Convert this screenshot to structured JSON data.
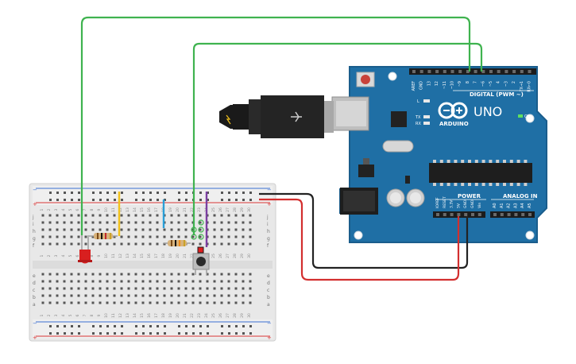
{
  "arduino": {
    "model": "UNO",
    "brand": "ARDUINO",
    "digital_header_label": "DIGITAL (PWM ~)",
    "power_label": "POWER",
    "analog_label": "ANALOG IN",
    "on_led_label": "ON",
    "led_labels": [
      "L",
      "TX",
      "RX"
    ],
    "top_pin_labels": [
      "AREF",
      "GND",
      "13",
      "12",
      "~11",
      "~10",
      "~9",
      "8",
      "7",
      "~6",
      "~5",
      "4",
      "~3",
      "2",
      "TX→1",
      "RX←0"
    ],
    "power_pin_labels": [
      "IOREF",
      "RESET",
      "3.3V",
      "5V",
      "GND",
      "GND",
      "Vin"
    ],
    "analog_pin_labels": [
      "A0",
      "A1",
      "A2",
      "A3",
      "A4",
      "A5"
    ]
  },
  "breadboard": {
    "rail_plus": "+",
    "rail_minus": "−",
    "row_letters_top": [
      "j",
      "i",
      "h",
      "g",
      "f"
    ],
    "row_letters_bottom": [
      "e",
      "d",
      "c",
      "b",
      "a"
    ],
    "column_numbers": [
      "1",
      "2",
      "3",
      "4",
      "5",
      "6",
      "7",
      "8",
      "9",
      "10",
      "11",
      "12",
      "13",
      "14",
      "15",
      "16",
      "17",
      "18",
      "19",
      "20",
      "21",
      "22",
      "23",
      "24",
      "25",
      "26",
      "27",
      "28",
      "29",
      "30"
    ]
  },
  "colors": {
    "board": "#1f6fa5",
    "board_edge": "#1a5d8c",
    "breadboard": "#e7e7e7",
    "wire_green": "#3fb34f",
    "wire_red": "#d32f2f",
    "wire_black": "#222222",
    "wire_yellow": "#f2c21b",
    "wire_blue": "#2a9fd8",
    "wire_purple": "#7b3fa0",
    "led_red": "#d81f1f"
  },
  "components": [
    "usb-cable",
    "red-led",
    "resistor",
    "resistor",
    "pushbutton",
    "dc-jack",
    "microcontroller-chip"
  ]
}
